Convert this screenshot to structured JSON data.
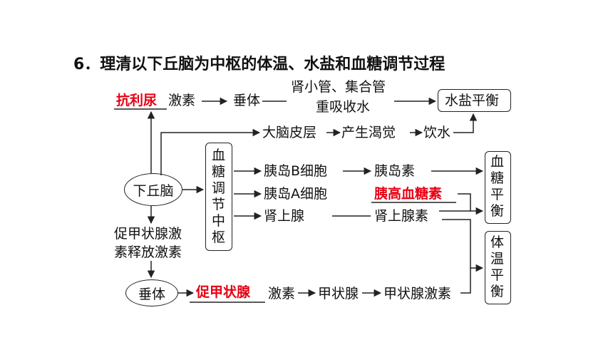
{
  "title": "6．理清以下丘脑为中枢的体温、水盐和血糖调节过程",
  "nodes": {
    "hypothalamus": "下丘脑",
    "antidiuretic_blank": "抗利尿",
    "hormone1": "激素",
    "pituitary1": "垂体",
    "tubule_line1": "肾小管、集合管",
    "tubule_line2": "重吸收水",
    "water_salt_balance": "水盐平衡",
    "cortex_chain": "大脑皮层",
    "thirst": "产生渴觉",
    "drink": "饮水",
    "center_chars": [
      "血",
      "糖",
      "调",
      "节",
      "中",
      "枢"
    ],
    "islet_b": "胰岛B细胞",
    "insulin": "胰岛素",
    "islet_a": "胰岛A细胞",
    "glucagon_blank": "胰高血糖素",
    "adrenal": "肾上腺",
    "adrenaline": "肾上腺素",
    "glucose_balance_chars": [
      "血",
      "糖",
      "平",
      "衡"
    ],
    "trh_line1": "促甲状腺激",
    "trh_line2": "素释放激素",
    "pituitary2": "垂体",
    "tsh_blank": "促甲状腺",
    "hormone2": "激素",
    "thyroid": "甲状腺",
    "thyroxine": "甲状腺激素",
    "temp_balance_chars": [
      "体",
      "温",
      "平",
      "衡"
    ]
  },
  "colors": {
    "answer": "#e60012",
    "line": "#222222"
  }
}
